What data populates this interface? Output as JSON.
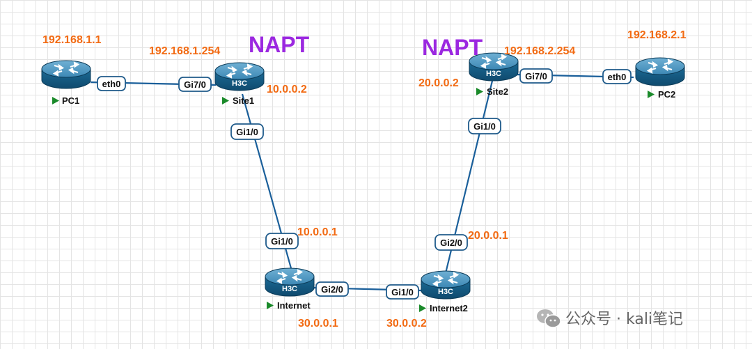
{
  "devices": {
    "pc1": {
      "label": "PC1",
      "brand": ""
    },
    "site1": {
      "label": "Site1",
      "brand": "H3C"
    },
    "internet": {
      "label": "Internet",
      "brand": "H3C"
    },
    "internet2": {
      "label": "Internet2",
      "brand": "H3C"
    },
    "site2": {
      "label": "Site2",
      "brand": "H3C"
    },
    "pc2": {
      "label": "PC2",
      "brand": ""
    }
  },
  "ports": {
    "pc1_eth0": "eth0",
    "site1_gi7_0": "Gi7/0",
    "site1_gi1_0": "Gi1/0",
    "internet_gi1_0": "Gi1/0",
    "internet_gi2_0": "Gi2/0",
    "internet2_gi1_0": "Gi1/0",
    "internet2_gi2_0": "Gi2/0",
    "site2_gi1_0": "Gi1/0",
    "site2_gi7_0": "Gi7/0",
    "pc2_eth0": "eth0"
  },
  "ips": {
    "pc1": "192.168.1.1",
    "site1_lan": "192.168.1.254",
    "site1_wan": "10.0.0.2",
    "internet_site1": "10.0.0.1",
    "internet_link": "30.0.0.1",
    "internet2_link": "30.0.0.2",
    "internet2_site2": "20.0.0.1",
    "site2_wan": "20.0.0.2",
    "site2_lan": "192.168.2.254",
    "pc2": "192.168.2.1"
  },
  "annotations": {
    "napt_left": "NAPT",
    "napt_right": "NAPT"
  },
  "watermark": {
    "text": "公众号 · kali笔记"
  },
  "colors": {
    "ip_label": "#f26a12",
    "napt": "#9b28e0",
    "link": "#1a5f9a",
    "router_body": "#1d6a93",
    "status_arrow": "#1a8a2a"
  }
}
